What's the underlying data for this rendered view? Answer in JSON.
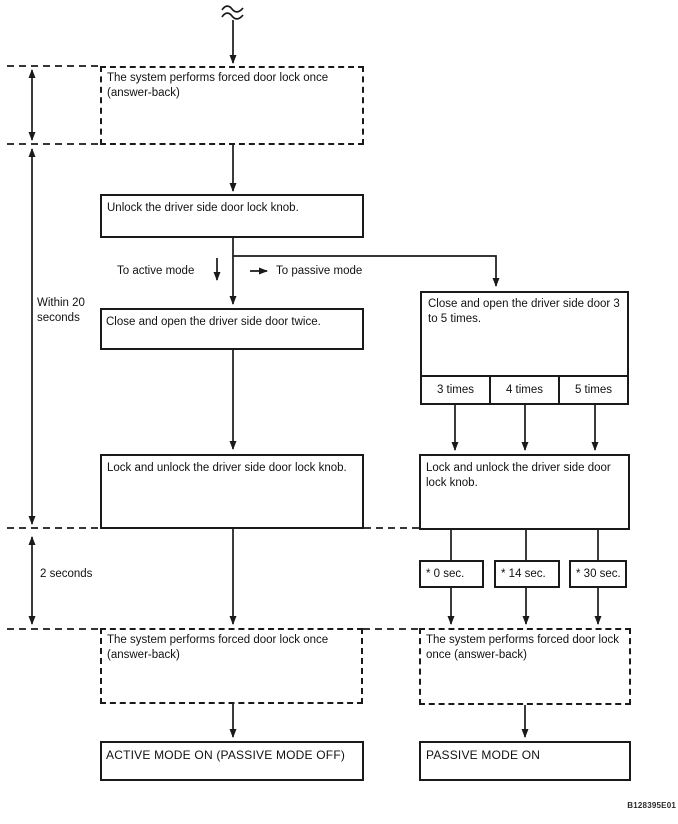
{
  "figure_code": "B128395E01",
  "boxes": {
    "answer_back_top": "The system performs forced door lock once (answer-back)",
    "unlock_knob": "Unlock the driver side door lock knob.",
    "close_open_twice": "Close and open the driver side door twice.",
    "lock_unlock_left": "Lock and unlock the driver side door lock knob.",
    "answer_back_left": "The system performs forced door lock once (answer-back)",
    "active_mode": "ACTIVE MODE ON (PASSIVE MODE OFF)",
    "close_open_3to5": "Close and open the driver side door 3 to 5 times.",
    "times_options": [
      "3 times",
      "4 times",
      "5 times"
    ],
    "lock_unlock_right": "Lock and unlock the driver side door lock knob.",
    "sec_options": [
      "* 0 sec.",
      "* 14 sec.",
      "* 30 sec."
    ],
    "answer_back_right": "The system performs forced door lock once (answer-back)",
    "passive_mode": "PASSIVE MODE ON"
  },
  "labels": {
    "to_active_mode": "To active mode",
    "to_passive_mode": "To passive mode",
    "within_20_seconds": "Within 20\nseconds",
    "two_seconds": "2 seconds"
  },
  "colors": {
    "line": "#1a1a1a",
    "background": "#ffffff"
  }
}
